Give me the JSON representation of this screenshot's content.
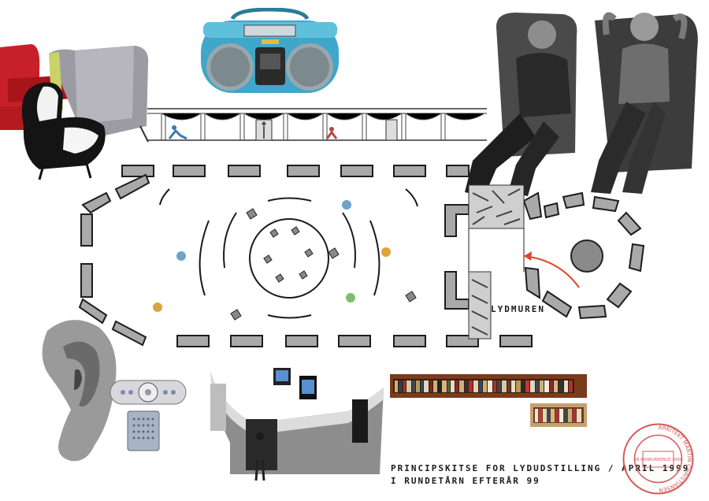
{
  "caption": {
    "line1": "PRINCIPSKITSE FOR LYDUDSTILLING / APRIL 1999",
    "line2": "I RUNDETÅRN EFTERÅR 99"
  },
  "plan": {
    "sound_wall_label": "LYDMUREN"
  },
  "stamp": {
    "outer_text": "ARKITEKT MARTIN CHRISTIANSEN",
    "inner_text": "SE KONKURRENCE 1999"
  },
  "colors": {
    "wall_fill": "#a9a9a9",
    "wall_stroke": "#1c1c1c",
    "arrow": "#e0442a",
    "stamp": "#d65a5a",
    "boombox": "#3fa7c9",
    "armchair_red": "#c8202a",
    "bookshelf": "#7a3b1c"
  },
  "icons": [
    "armchair-collage",
    "boombox-image",
    "photo-two-men-in-chairs",
    "ear-sculpture-image",
    "radio-device-image",
    "speaker-device-image",
    "curved-exhibition-wall-image",
    "bookshelf-image",
    "architect-stamp"
  ]
}
